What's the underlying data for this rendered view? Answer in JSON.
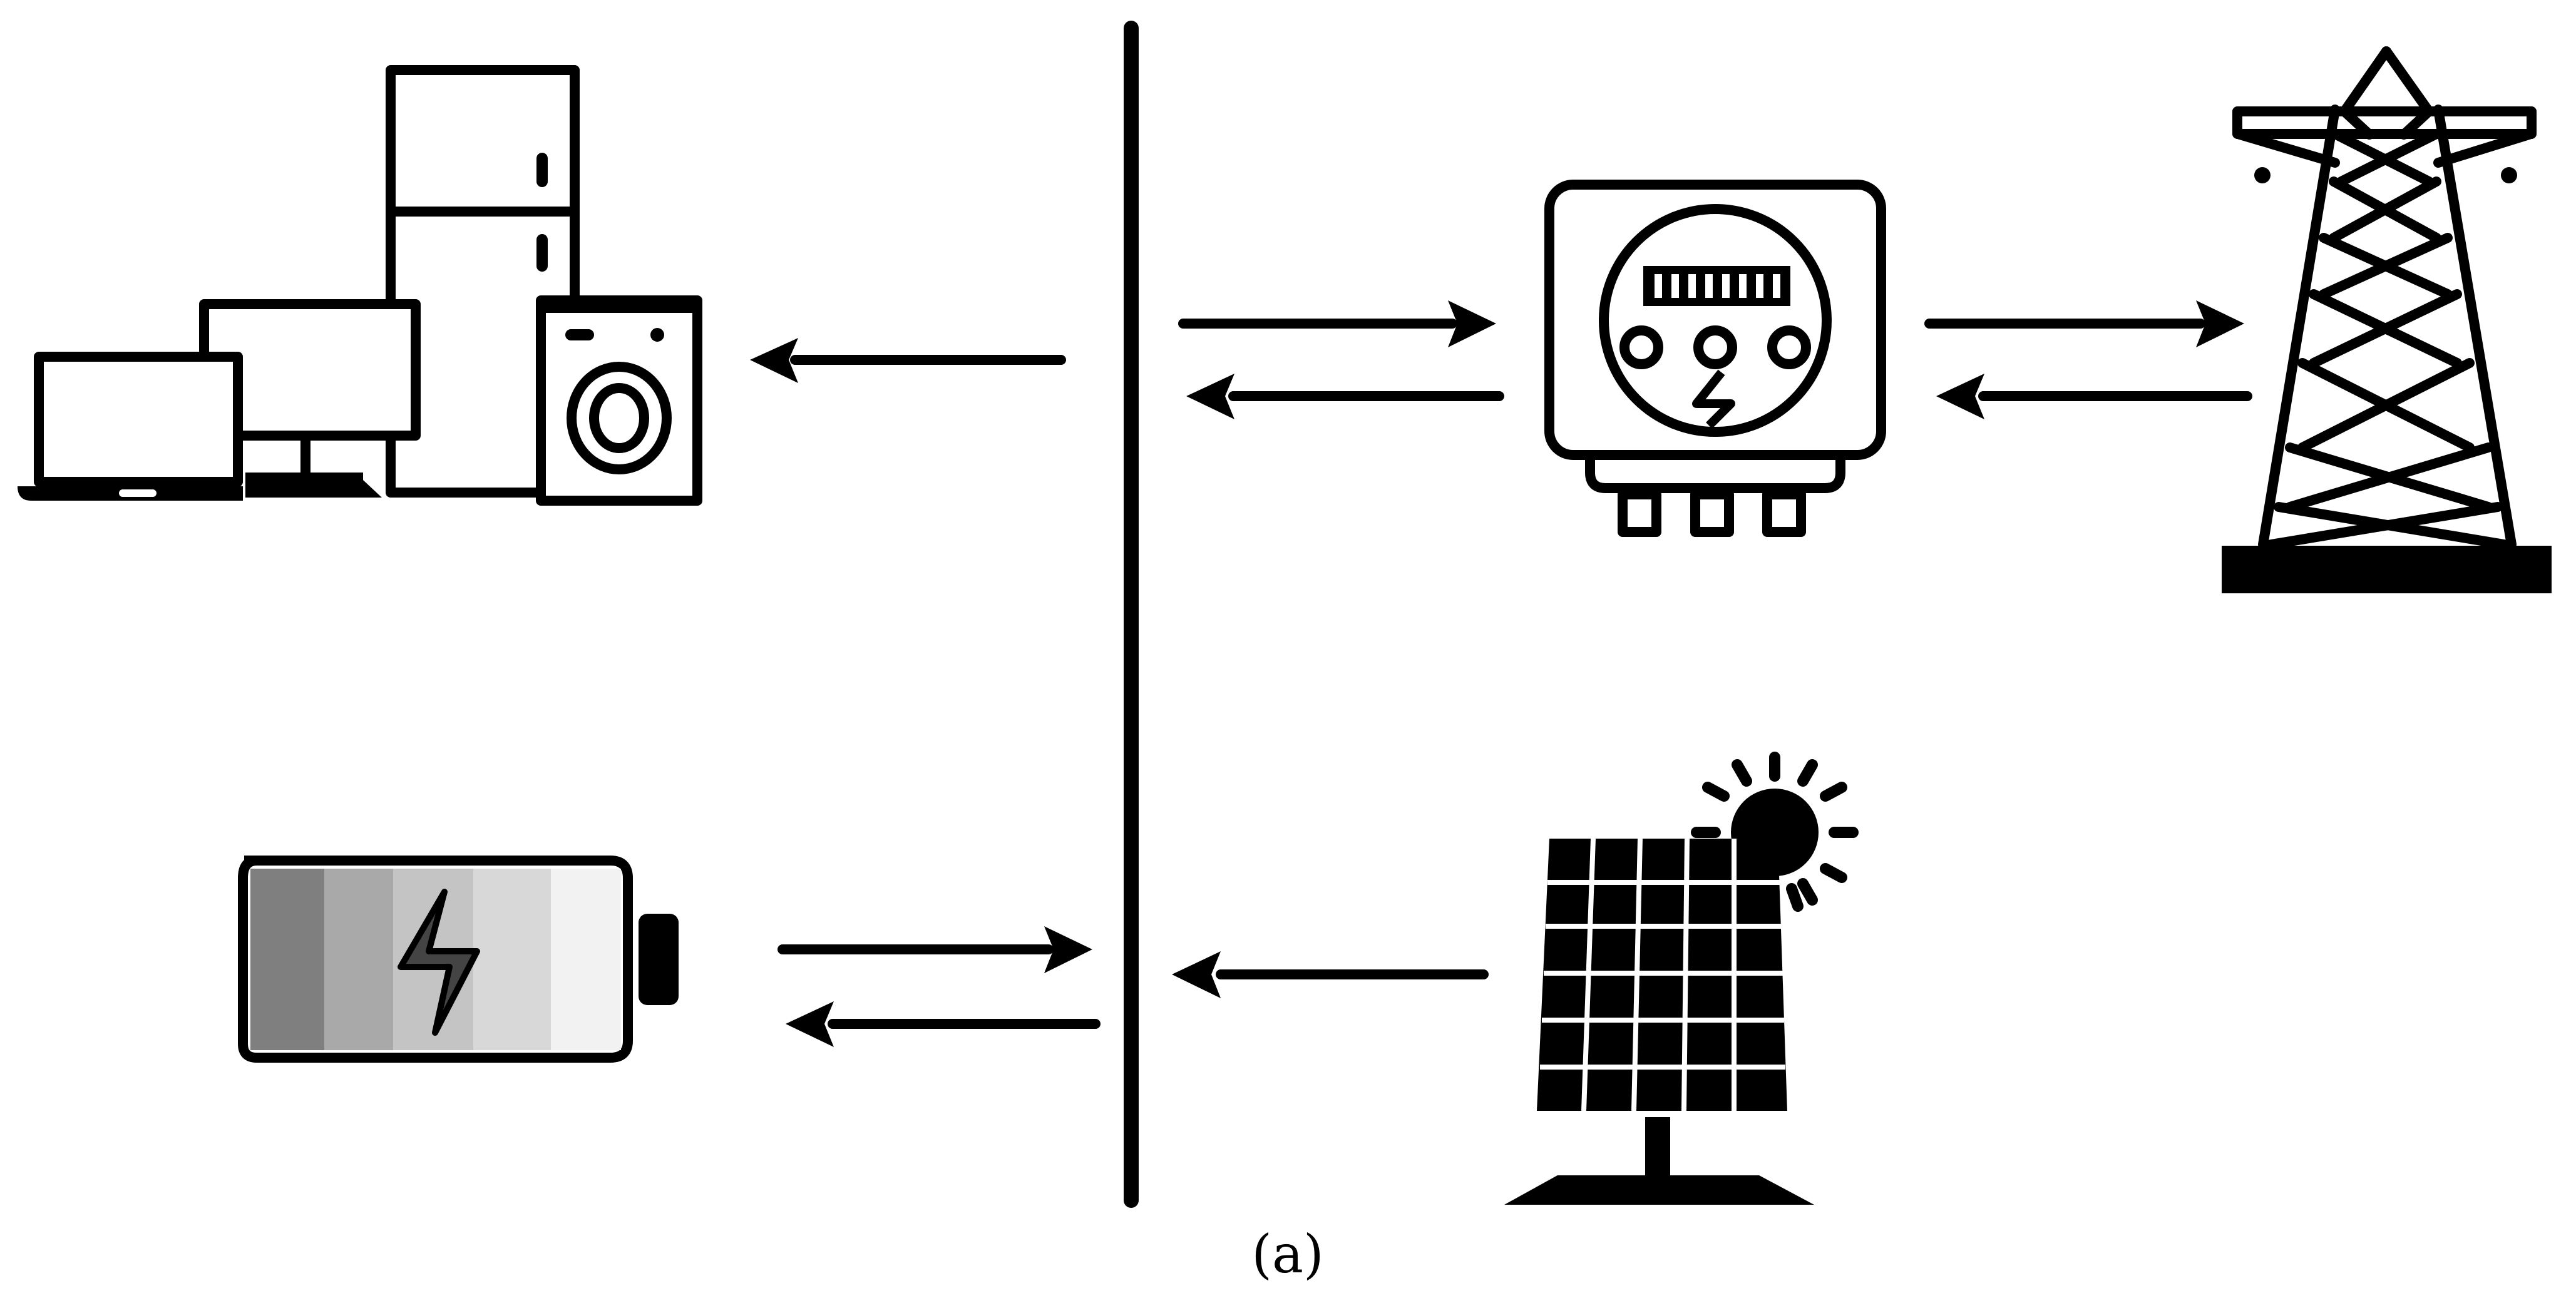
{
  "caption": "(a)",
  "colors": {
    "stroke": "#000000",
    "background": "#ffffff",
    "battery_gradient": [
      "#7f7f7f",
      "#a9a9a9",
      "#c4c4c4",
      "#d8d8d8",
      "#f2f2f2"
    ]
  },
  "nodes": {
    "appliances": {
      "icons": [
        "laptop-icon",
        "monitor-icon",
        "refrigerator-icon",
        "washing-machine-icon"
      ]
    },
    "battery": {
      "icon": "battery-icon"
    },
    "meter": {
      "icon": "electricity-meter-icon"
    },
    "grid": {
      "icon": "transmission-tower-icon"
    },
    "solar": {
      "icon": "solar-panel-icon"
    }
  },
  "flows": [
    {
      "from": "bus",
      "to": "appliances"
    },
    {
      "from": "bus",
      "to": "meter"
    },
    {
      "from": "meter",
      "to": "bus"
    },
    {
      "from": "meter",
      "to": "grid"
    },
    {
      "from": "grid",
      "to": "meter"
    },
    {
      "from": "battery",
      "to": "bus"
    },
    {
      "from": "bus",
      "to": "battery"
    },
    {
      "from": "solar",
      "to": "bus"
    }
  ]
}
